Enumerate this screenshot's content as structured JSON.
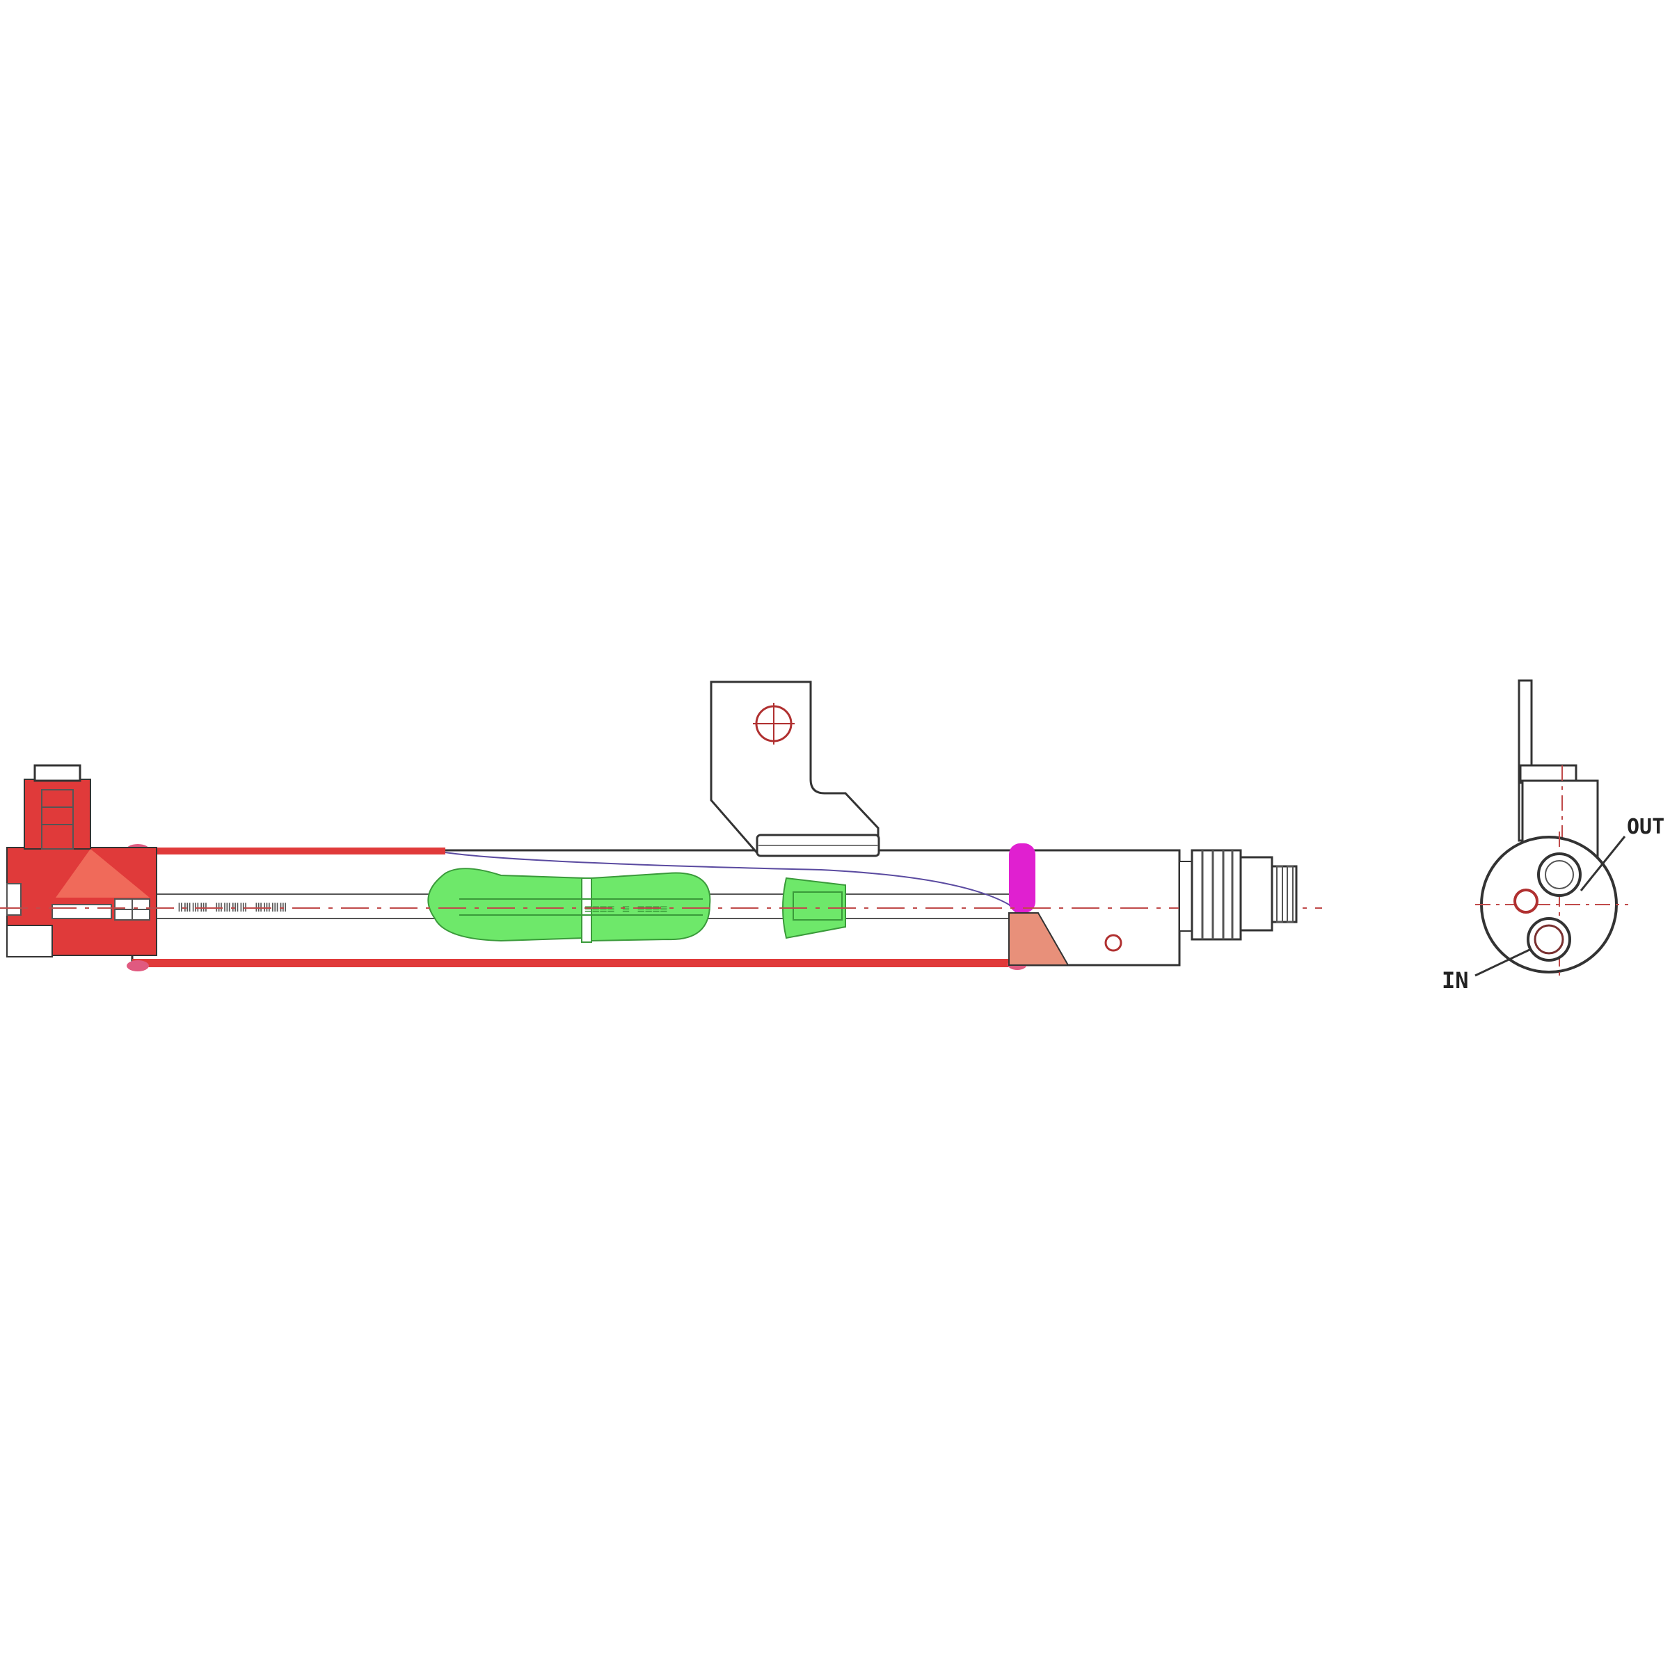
{
  "labels": {
    "outlet": "OUT",
    "inlet": "IN",
    "tube_text_1": "ⅡⅢⅢⅢ ⅢⅢⅢⅢ ⅢⅢⅢⅢ",
    "green_text": "≡≡≡≡ ≡ ≡≡≡≡"
  },
  "colors": {
    "housing_red": "#e03a3a",
    "housing_dark_red": "#c8323c",
    "filter_green": "#6ee86a",
    "filter_green_dark": "#3a9a3a",
    "seal_magenta": "#e020d0",
    "cone_salmon": "#e8907a",
    "outline": "#333333",
    "centerline": "#c04a4a",
    "bolt_red": "#b03030"
  }
}
